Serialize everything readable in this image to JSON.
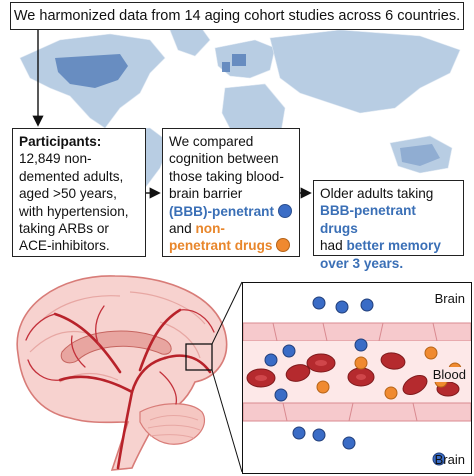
{
  "header": {
    "text": "We harmonized data from 14 aging cohort studies across 6 countries."
  },
  "participants": {
    "title": "Participants:",
    "lines": [
      "12,849 non-",
      "demented adults,",
      "aged >50 years,",
      "with hypertension,",
      "taking ARBs or",
      "ACE-inhibitors."
    ]
  },
  "compared": {
    "lines": [
      "We compared",
      "cognition between",
      "those taking blood-",
      "brain barrier"
    ],
    "bbb_label": "(BBB)-penetrant",
    "and_text": "and ",
    "non_label_1": "non-",
    "non_label_2": "penetrant drugs"
  },
  "outcome": {
    "line1": "Older adults taking",
    "bbb_drugs": "BBB-penetrant drugs",
    "line3_prefix": "had ",
    "better_memory_1": "better memory",
    "better_memory_2": "over 3 years."
  },
  "vessel_labels": {
    "brain_top": "Brain",
    "blood": "Blood",
    "brain_bottom": "Brain"
  },
  "colors": {
    "blue_text": "#3a6fb6",
    "orange_text": "#e8862b",
    "map_land": "#b7cde3",
    "map_highlight": "#6f95c4",
    "rbc": "#b8292b",
    "vessel_wall": "#f2b6b9"
  },
  "icons": [
    "world-map",
    "brain-illustration",
    "blood-vessel-diagram",
    "blue-drug-dot",
    "orange-drug-dot",
    "red-blood-cell"
  ]
}
